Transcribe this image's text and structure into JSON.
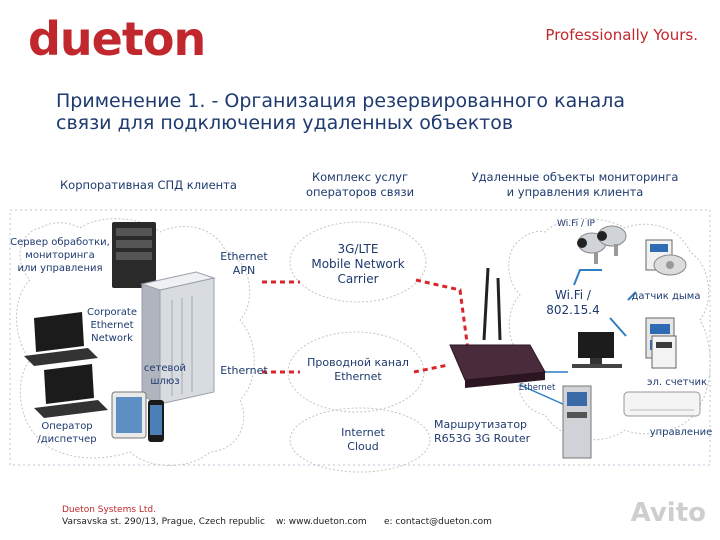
{
  "brand": {
    "logo": "dueton",
    "tagline": "Professionally Yours."
  },
  "title": {
    "line1": "Применение 1. - Организация резервированного канала",
    "line2": "связи для подключения удаленных объектов"
  },
  "columns": {
    "left": "Корпоративная СПД клиента",
    "middle_line1": "Комплекс услуг",
    "middle_line2": "операторов связи",
    "right_line1": "Удаленные объекты мониторинга",
    "right_line2": "и управления клиента"
  },
  "left_zone": {
    "server_line1": "Сервер обработки,",
    "server_line2": "мониторинга",
    "server_line3": "или управления",
    "corporate_line1": "Corporate",
    "corporate_line2": "Ethernet",
    "corporate_line3": "Network",
    "gateway_line1": "сетевой",
    "gateway_line2": "шлюз",
    "operator_line1": "Оператор",
    "operator_line2": "/диспетчер"
  },
  "links": {
    "ethernet_apn_line1": "Ethernet",
    "ethernet_apn_line2": "APN",
    "ethernet": "Ethernet"
  },
  "middle_zone": {
    "mobile_line1": "3G/LTE",
    "mobile_line2": "Mobile Network",
    "mobile_line3": "Carrier",
    "wired_line1": "Проводной канал",
    "wired_line2": "Ethernet",
    "cloud_line1": "Internet",
    "cloud_line2": "Cloud"
  },
  "right_zone": {
    "wifi_ip": "Wi.Fi / IP",
    "wifi_big_line1": "Wi.Fi /",
    "wifi_big_line2": "802.15.4",
    "ethernet_small": "Ethernet",
    "router_line1": "Маршрутизатор",
    "router_line2": "R653G 3G Router",
    "smoke": "датчик дыма",
    "meter": "эл. счетчик",
    "control": "управление"
  },
  "footer": {
    "company": "Dueton Systems Ltd.",
    "address": "Varsavska st. 290/13, Prague, Czech republic",
    "web": "w: www.dueton.com",
    "email": "e: contact@dueton.com"
  },
  "watermark": "Avito",
  "colors": {
    "brand_red": "#c0282d",
    "text_blue": "#1e3a6e",
    "link_red": "#d9262b"
  }
}
